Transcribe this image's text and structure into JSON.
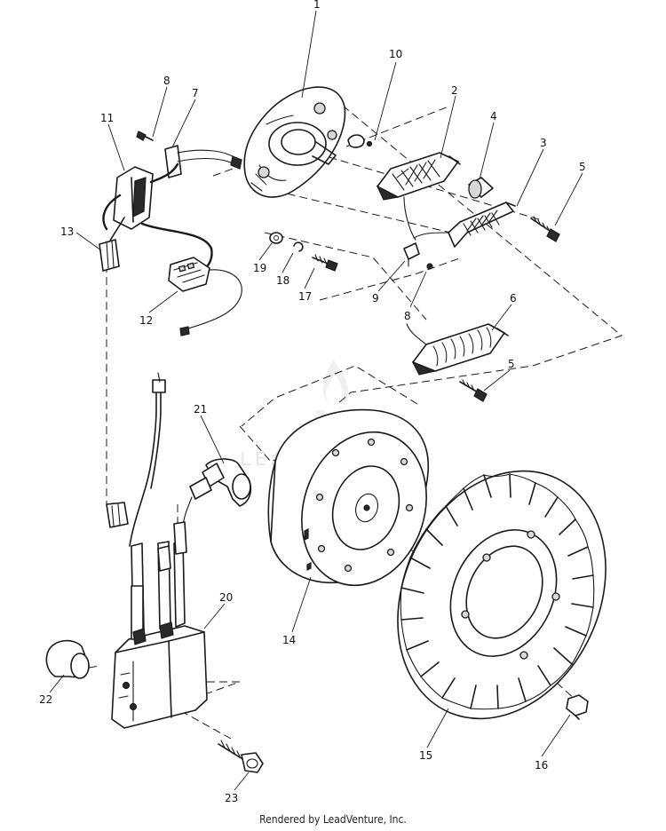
{
  "callouts": {
    "c1": "1",
    "c2": "2",
    "c3": "3",
    "c4": "4",
    "c5a": "5",
    "c5b": "5",
    "c6": "6",
    "c7": "7",
    "c8a": "8",
    "c8b": "8",
    "c9": "9",
    "c10": "10",
    "c11": "11",
    "c12": "12",
    "c13": "13",
    "c14": "14",
    "c15": "15",
    "c16": "16",
    "c17": "17",
    "c18": "18",
    "c19": "19",
    "c20": "20",
    "c21": "21",
    "c22": "22",
    "c23": "23"
  },
  "watermark": "LEADVENTURE",
  "footer": "Rendered by LeadVenture, Inc."
}
